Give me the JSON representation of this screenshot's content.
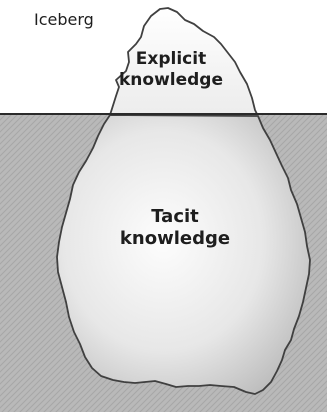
{
  "diagram": {
    "title": "Iceberg",
    "above_label": "Explicit\nknowledge",
    "below_label": "Tacit\nknowledge",
    "colors": {
      "water": "#b9b9b9",
      "water_line": "#2a2a2a",
      "iceberg_outline": "#404040",
      "iceberg_light": "#fdfdfd",
      "iceberg_dark": "#b4b4b4"
    }
  }
}
